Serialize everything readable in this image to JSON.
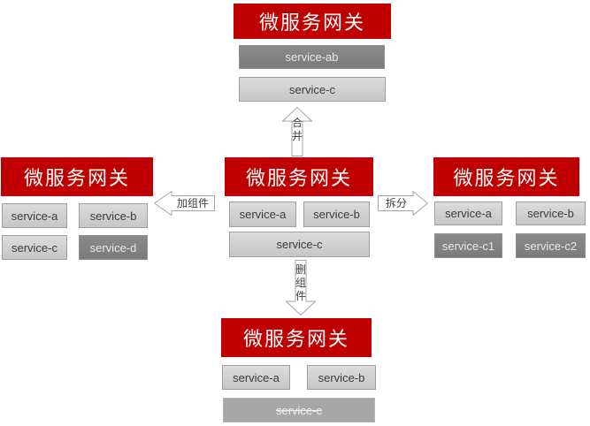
{
  "diagram": {
    "description": "microservice gateway transformation diagram",
    "colors": {
      "header_red": "#c00000",
      "light_box": "#cccccc",
      "dark_box": "#808080",
      "strike_box": "#a7a7a7",
      "arrow_outline": "#a6a6a6",
      "arrow_fill": "#ffffff"
    },
    "groups": {
      "top": {
        "title": "微服务网关",
        "services": [
          {
            "label": "service-ab",
            "variant": "dark"
          },
          {
            "label": "service-c",
            "variant": "light"
          }
        ]
      },
      "left": {
        "title": "微服务网关",
        "services": [
          {
            "label": "service-a",
            "variant": "light"
          },
          {
            "label": "service-b",
            "variant": "light"
          },
          {
            "label": "service-c",
            "variant": "light"
          },
          {
            "label": "service-d",
            "variant": "dark"
          }
        ]
      },
      "center": {
        "title": "微服务网关",
        "services": [
          {
            "label": "service-a",
            "variant": "light"
          },
          {
            "label": "service-b",
            "variant": "light"
          },
          {
            "label": "service-c",
            "variant": "light"
          }
        ]
      },
      "right": {
        "title": "微服务网关",
        "services": [
          {
            "label": "service-a",
            "variant": "light"
          },
          {
            "label": "service-b",
            "variant": "light"
          },
          {
            "label": "service-c1",
            "variant": "dark"
          },
          {
            "label": "service-c2",
            "variant": "dark"
          }
        ]
      },
      "bottom": {
        "title": "微服务网关",
        "services": [
          {
            "label": "service-a",
            "variant": "light"
          },
          {
            "label": "service-b",
            "variant": "light"
          },
          {
            "label": "service-c",
            "variant": "strike"
          }
        ]
      }
    },
    "arrows": {
      "merge_up": {
        "label": "合并",
        "direction": "up"
      },
      "add_component_left": {
        "label": "加组件",
        "direction": "left"
      },
      "split_right": {
        "label": "拆分",
        "direction": "right"
      },
      "remove_component_down": {
        "label": "删组件",
        "direction": "down"
      }
    }
  }
}
